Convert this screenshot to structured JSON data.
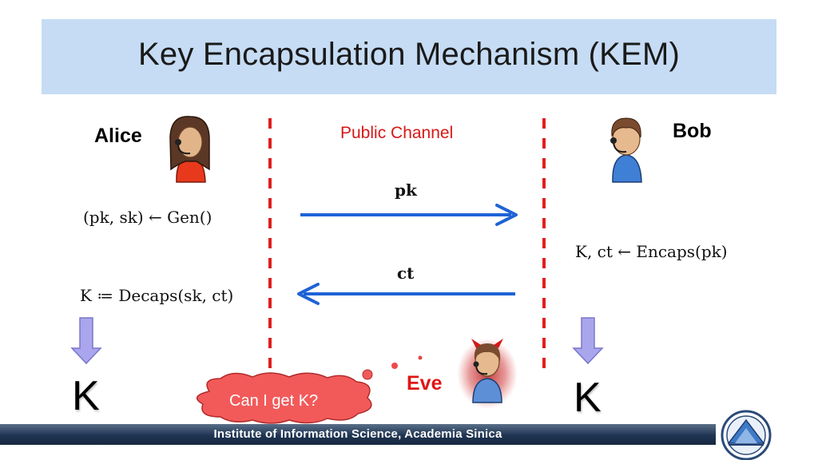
{
  "title": "Key Encapsulation Mechanism (KEM)",
  "alice": {
    "name": "Alice",
    "gen": "(pk, sk) ← Gen()",
    "decaps": "K ≔ Decaps(sk, ct)",
    "key": "K"
  },
  "bob": {
    "name": "Bob",
    "encaps": "K, ct ← Encaps(pk)",
    "key": "K"
  },
  "channel": {
    "label": "Public Channel",
    "pk_label": "pk",
    "ct_label": "ct"
  },
  "eve": {
    "name": "Eve",
    "bubble": "Can I get K?"
  },
  "footer": {
    "text": "Institute of Information Science, Academia Sinica"
  },
  "colors": {
    "title_band": "#c6dcf4",
    "divider": "#e01e1e",
    "arrow": "#1f63d6",
    "alice_shirt": "#e8391d",
    "bob_shirt": "#3f7fd6",
    "eve_shirt": "#5d8fd6",
    "bubble": "#f25a5a",
    "down_arrow": "#a9a6ee",
    "footer": "#1f3452"
  }
}
